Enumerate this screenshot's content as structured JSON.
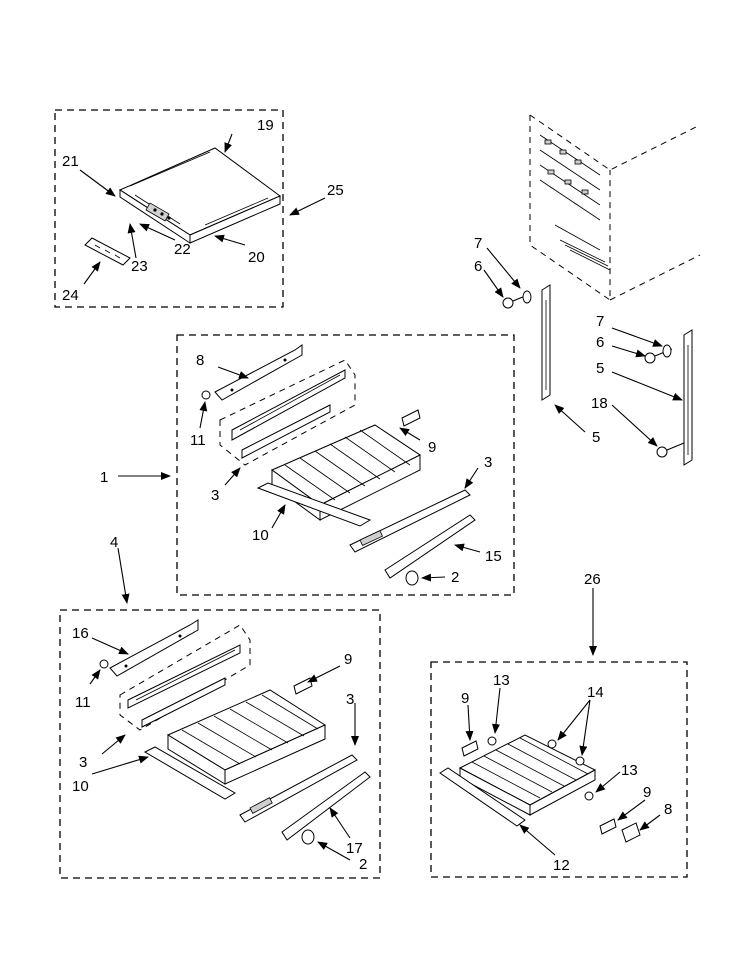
{
  "callouts": {
    "c1": "1",
    "c2a": "2",
    "c2b": "2",
    "c3a": "3",
    "c3b": "3",
    "c3c": "3",
    "c3d": "3",
    "c4": "4",
    "c5a": "5",
    "c5b": "5",
    "c6a": "6",
    "c6b": "6",
    "c7a": "7",
    "c7b": "7",
    "c8a": "8",
    "c8b": "8",
    "c9a": "9",
    "c9b": "9",
    "c9c": "9",
    "c9d": "9",
    "c10a": "10",
    "c10b": "10",
    "c11a": "11",
    "c11b": "11",
    "c12": "12",
    "c13a": "13",
    "c13b": "13",
    "c14": "14",
    "c15": "15",
    "c16": "16",
    "c17": "17",
    "c18": "18",
    "c19": "19",
    "c20": "20",
    "c21": "21",
    "c22": "22",
    "c23": "23",
    "c24": "24",
    "c25": "25",
    "c26": "26"
  }
}
